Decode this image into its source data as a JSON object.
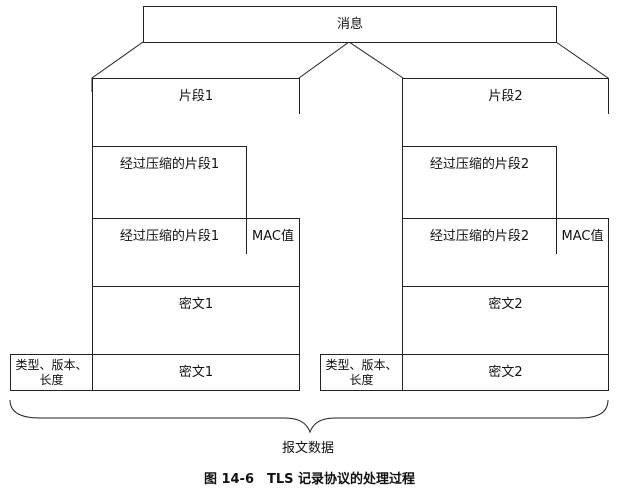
{
  "message": "消息",
  "fragments": [
    {
      "fragment": "片段1",
      "compressed": "经过压缩的片段1",
      "mac": "MAC值",
      "ciphertext": "密文1",
      "header_line1": "类型、版本、",
      "header_line2": "长度"
    },
    {
      "fragment": "片段2",
      "compressed": "经过压缩的片段2",
      "mac": "MAC值",
      "ciphertext": "密文2",
      "header_line1": "类型、版本、",
      "header_line2": "长度"
    }
  ],
  "brace_label": "报文数据",
  "caption": "图 14-6　TLS 记录协议的处理过程"
}
